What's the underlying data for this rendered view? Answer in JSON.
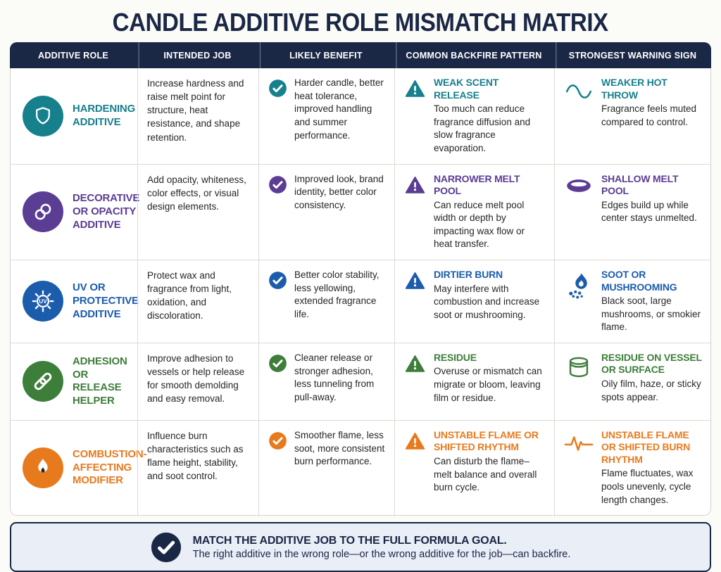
{
  "title": "CANDLE ADDITIVE ROLE MISMATCH MATRIX",
  "colors": {
    "navy": "#1a2745",
    "teal": "#17808d",
    "purple": "#5b3d94",
    "blue": "#1c5cad",
    "green": "#3e7e3b",
    "orange": "#e87a1e",
    "footer_bg": "#e9eef7",
    "page_bg": "#fbfbf7"
  },
  "table": {
    "headers": [
      "ADDITIVE ROLE",
      "INTENDED JOB",
      "LIKELY BENEFIT",
      "COMMON BACKFIRE PATTERN",
      "STRONGEST WARNING SIGN"
    ],
    "rows": [
      {
        "color": "#17808d",
        "role": {
          "icon": "shield-icon",
          "label": "HARDENING ADDITIVE"
        },
        "job": "Increase hardness and raise melt point for structure, heat resistance, and shape retention.",
        "benefit": "Harder candle, better heat tolerance, improved handling and summer performance.",
        "backfire": {
          "icon": "warning-triangle-icon",
          "title": "WEAK SCENT RELEASE",
          "text": "Too much can reduce fragrance diffusion and slow fragrance evaporation."
        },
        "warning": {
          "icon": "sine-wave-icon",
          "title": "WEAKER HOT THROW",
          "text": "Fragrance feels muted compared to control."
        }
      },
      {
        "color": "#5b3d94",
        "role": {
          "icon": "rings-icon",
          "label": "DECORATIVE OR OPACITY ADDITIVE"
        },
        "job": "Add opacity, whiteness, color effects, or visual design elements.",
        "benefit": "Improved look, brand identity, better color consistency.",
        "backfire": {
          "icon": "warning-triangle-icon",
          "title": "NARROWER MELT POOL",
          "text": "Can reduce melt pool width or depth by impacting wax flow or heat transfer."
        },
        "warning": {
          "icon": "melt-pool-icon",
          "title": "SHALLOW MELT POOL",
          "text": "Edges build up while center stays unmelted."
        }
      },
      {
        "color": "#1c5cad",
        "role": {
          "icon": "uv-sun-icon",
          "label": "UV OR PROTECTIVE ADDITIVE"
        },
        "job": "Protect wax and fragrance from light, oxidation, and discoloration.",
        "benefit": "Better color stability, less yellowing, extended fragrance life.",
        "backfire": {
          "icon": "warning-triangle-icon",
          "title": "DIRTIER BURN",
          "text": "May interfere with combustion and increase soot or mushrooming."
        },
        "warning": {
          "icon": "soot-flame-icon",
          "title": "SOOT OR MUSHROOMING",
          "text": "Black soot, large mushrooms, or smokier flame."
        }
      },
      {
        "color": "#3e7e3b",
        "role": {
          "icon": "chain-link-icon",
          "label": "ADHESION OR RELEASE HELPER"
        },
        "job": "Improve adhesion to vessels or help release for smooth demolding and easy removal.",
        "benefit": "Cleaner release or stronger adhesion, less tunneling from pull-away.",
        "backfire": {
          "icon": "warning-triangle-icon",
          "title": "RESIDUE",
          "text": "Overuse or mismatch can migrate or bloom, leaving film or residue."
        },
        "warning": {
          "icon": "vessel-icon",
          "title": "RESIDUE ON VESSEL OR SURFACE",
          "text": "Oily film, haze, or sticky spots appear."
        }
      },
      {
        "color": "#e87a1e",
        "role": {
          "icon": "flame-icon",
          "label": "COMBUSTION-AFFECTING MODIFIER"
        },
        "job": "Influence burn characteristics such as flame height, stability, and soot control.",
        "benefit": "Smoother flame, less soot, more consistent burn performance.",
        "backfire": {
          "icon": "warning-triangle-icon",
          "title": "UNSTABLE FLAME OR SHIFTED RHYTHM",
          "text": "Can disturb the flame–melt balance and overall burn cycle."
        },
        "warning": {
          "icon": "pulse-icon",
          "title": "UNSTABLE FLAME OR SHIFTED BURN RHYTHM",
          "text": "Flame fluctuates, wax pools unevenly, cycle length changes."
        }
      }
    ]
  },
  "footer": {
    "title": "MATCH THE ADDITIVE JOB TO THE FULL FORMULA GOAL.",
    "text": "The right additive in the wrong role—or the wrong additive for the job—can backfire."
  }
}
